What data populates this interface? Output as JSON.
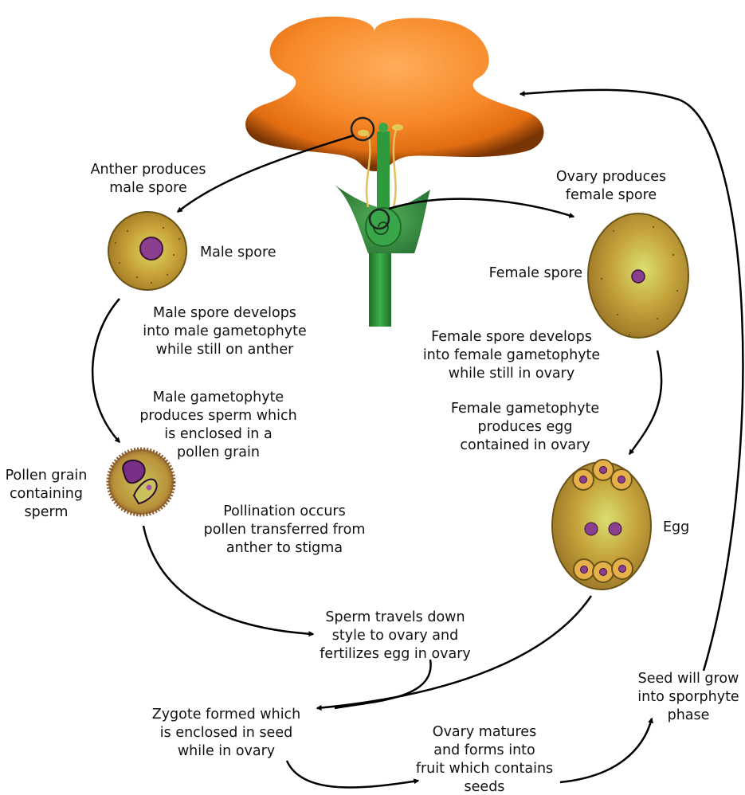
{
  "labels": {
    "anther_produces": [
      "Anther produces",
      "male spore"
    ],
    "male_spore": [
      "Male spore"
    ],
    "male_develops": [
      "Male spore develops",
      "into male gametophyte",
      "while still on anther"
    ],
    "male_gametophyte": [
      "Male gametophyte",
      "produces sperm which",
      "is enclosed in a",
      "pollen grain"
    ],
    "pollen_grain": [
      "Pollen grain",
      "containing",
      "sperm"
    ],
    "pollination": [
      "Pollination occurs",
      "pollen transferred from",
      "anther to stigma"
    ],
    "sperm_travels": [
      "Sperm travels down",
      "style to ovary and",
      "fertilizes egg in ovary"
    ],
    "zygote": [
      "Zygote formed which",
      "is enclosed in seed",
      "while in ovary"
    ],
    "ovary_matures": [
      "Ovary matures",
      "and forms into",
      "fruit which contains",
      "seeds"
    ],
    "seed_grow": [
      "Seed will grow",
      "into sporphyte",
      "phase"
    ],
    "ovary_produces": [
      "Ovary produces",
      "female spore"
    ],
    "female_spore": [
      "Female spore"
    ],
    "female_develops": [
      "Female spore develops",
      "into female gametophyte",
      "while still in ovary"
    ],
    "female_gametophyte": [
      "Female gametophyte",
      "produces egg",
      "contained in ovary"
    ],
    "egg": [
      "Egg"
    ]
  },
  "colors": {
    "petal": "#f78a2a",
    "petal_dark": "#7a3505",
    "stem": "#2f9a3c",
    "sepal": "#3a8f3a",
    "spore_fill": "#c9a43a",
    "spore_edge": "#6b5418",
    "nucleus": "#8a3f8f",
    "pollen_edge": "#8a5a2c",
    "arrow": "#000000"
  },
  "icons": [
    "flower-illustration",
    "male-spore-cell",
    "pollen-grain-cell",
    "female-spore-cell",
    "egg-cell"
  ]
}
